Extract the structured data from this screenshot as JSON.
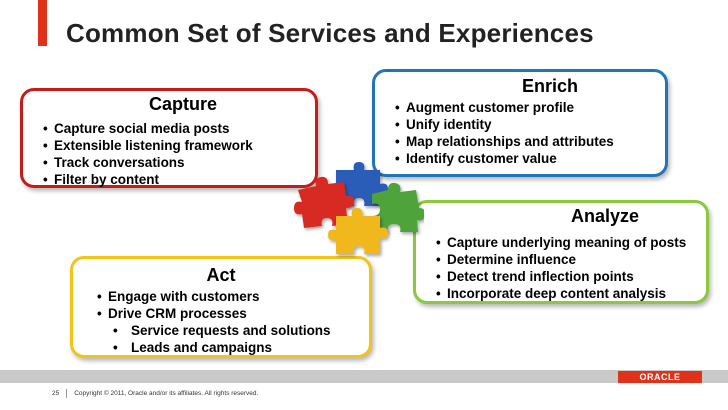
{
  "colors": {
    "accent": "#e0311b",
    "capture": "#c41c1c",
    "enrich": "#2274b8",
    "analyze": "#8dc63f",
    "act": "#f2c417",
    "puzzle_red": "#d62a24",
    "puzzle_blue": "#2a5db7",
    "puzzle_green": "#4fa33a",
    "puzzle_yellow": "#f0b81a"
  },
  "title": "Common Set of Services and Experiences",
  "capture": {
    "title": "Capture",
    "items": [
      "Capture social media posts",
      "Extensible listening framework",
      "Track conversations",
      "Filter by content"
    ]
  },
  "enrich": {
    "title": "Enrich",
    "items": [
      "Augment customer profile",
      "Unify identity",
      "Map relationships and attributes",
      "Identify customer value"
    ]
  },
  "analyze": {
    "title": "Analyze",
    "items": [
      "Capture underlying meaning of posts",
      "Determine influence",
      "Detect trend inflection points",
      "Incorporate deep content analysis"
    ]
  },
  "act": {
    "title": "Act",
    "items": [
      "Engage with customers",
      "Drive CRM processes"
    ],
    "subitems": [
      "Service requests and solutions",
      "Leads and campaigns"
    ]
  },
  "footer": {
    "page_number": "25",
    "copyright": "Copyright © 2011, Oracle and/or its affiliates. All rights reserved.",
    "brand": "ORACLE"
  },
  "bullet": "•",
  "puzzle_icon": "puzzle-pieces"
}
